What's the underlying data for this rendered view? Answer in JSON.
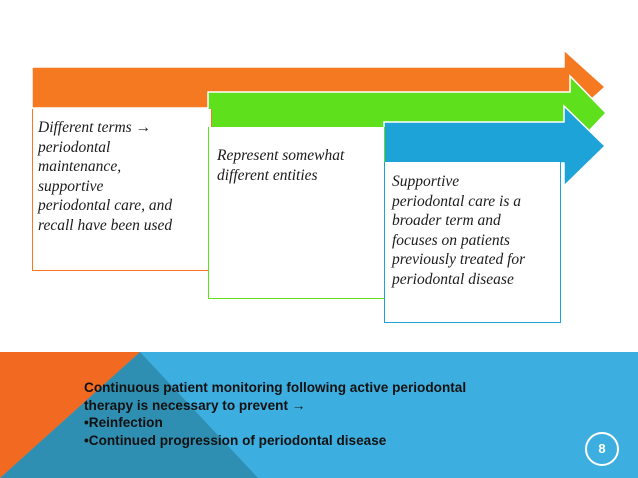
{
  "slide": {
    "colors": {
      "orange": "#f47920",
      "green": "#5fe01c",
      "blue": "#1ea3d8",
      "footer_blue": "#3daee0",
      "footer_steel": "#2f8fb3",
      "footer_orange": "#f26a21"
    },
    "boxes": [
      {
        "text": "Different terms →\nperiodontal\nmaintenance,\nsupportive\nperiodontal care, and\nrecall have been used"
      },
      {
        "text": "Represent somewhat\ndifferent entities"
      },
      {
        "text": "Supportive\nperiodontal care is a\nbroader term and\nfocuses on patients\npreviously treated for\nperiodontal disease"
      }
    ],
    "footer": {
      "text": "Continuous patient monitoring following active periodontal\ntherapy is necessary to prevent →\n•Reinfection\n•Continued progression of periodontal disease"
    },
    "page_number": "8"
  }
}
